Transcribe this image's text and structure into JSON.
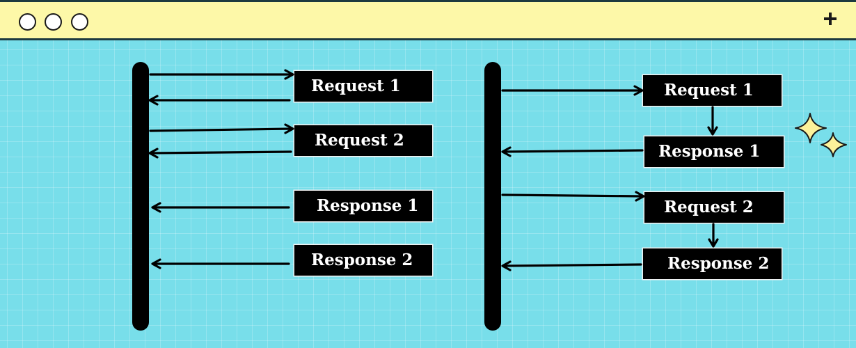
{
  "window": {
    "controls": [
      "window-dot-1",
      "window-dot-2",
      "window-dot-3"
    ],
    "add_icon": "plus-icon"
  },
  "left_diagram": {
    "boxes": [
      "Request 1",
      "Request 2",
      "Response 1",
      "Response 2"
    ]
  },
  "right_diagram": {
    "boxes": [
      "Request 1",
      "Response 1",
      "Request 2",
      "Response 2"
    ]
  },
  "decoration": {
    "icon": "sparkle-icon",
    "color": "#fdf29a"
  }
}
